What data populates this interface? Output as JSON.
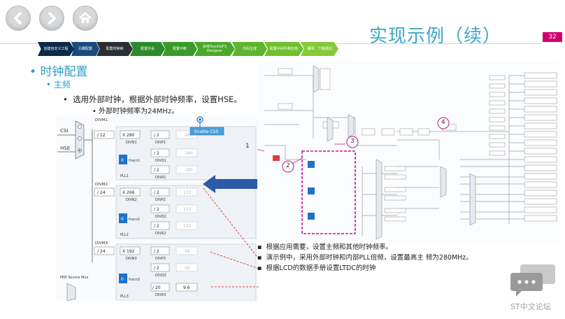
{
  "nav": {
    "back_icon": "chevron-left-icon",
    "forward_icon": "chevron-right-icon",
    "home_icon": "home-icon"
  },
  "slide": {
    "title": "实现示例（续）",
    "page_number": "32"
  },
  "flow_steps": [
    {
      "label": "创建自定义工程",
      "color": "#0b2a4a"
    },
    {
      "label": "引脚配置",
      "color": "#1b4b7a"
    },
    {
      "label": "配置时钟树",
      "color": "#2b2f33"
    },
    {
      "label": "配置外设",
      "color": "#2b8a2b"
    },
    {
      "label": "配置中断",
      "color": "#3a9a2a"
    },
    {
      "label": "启用TouchGFX Designer",
      "color": "#4aa82a"
    },
    {
      "label": "代码生成",
      "color": "#5cb52c"
    },
    {
      "label": "配置中间件和应用",
      "color": "#6fc02e"
    },
    {
      "label": "编译、下载调试",
      "color": "#86c93a"
    }
  ],
  "bullets": {
    "level1": "时钟配置",
    "level2": "主频",
    "level3": "选用外部时钟，根据外部时钟频率，设置HSE。",
    "level4": "外部时钟频率为24MHz。"
  },
  "pll": {
    "csi": "CSI",
    "hse": "HSE",
    "divm1": "DIVM1",
    "divm2": "DIVM2",
    "divm3": "DIVM3",
    "divm1_val": "/ 12",
    "divm2_val": "/ 24",
    "divm3_val": "/ 24",
    "mult1": "X 280",
    "mult2": "X 266",
    "mult3": "X 192",
    "divn1": "DIVN1",
    "divn2": "DIVN2",
    "divn3": "DIVN3",
    "fracn1": "fracn1",
    "fracn2": "fracn2",
    "fracn3": "fracn3",
    "frac_val": "0",
    "pll1": "PLL1",
    "pll2": "PLL2",
    "pll3": "PLL3",
    "p1": "DIVP1",
    "q1": "DIVQ1",
    "r1": "DIVR1",
    "p2": "DIVP2",
    "q2": "DIVQ2",
    "r2": "DIVR2",
    "p3": "DIVP3",
    "q3": "DIVQ3",
    "r3": "DIVR3",
    "div2": "/ 2",
    "div20": "/ 20",
    "out1": [
      "280",
      "280",
      "280"
    ],
    "out2": [
      "133",
      "133",
      "133"
    ],
    "out3": [
      "96",
      "96",
      "9.6"
    ],
    "enable_css": "Enable CSS",
    "per_source_mux": "PER Source Mux"
  },
  "circles": [
    "1",
    "2",
    "3",
    "4"
  ],
  "notes": [
    "根据应用需要，设置主频和其他时钟频率。",
    "演示例中，采用外部时钟和内部PLL倍频，设置最高主 频为280MHz。",
    "根据LCD的数据手册设置LTDC的时钟"
  ],
  "watermark": {
    "icon": "chat-bubble-icon",
    "text": "ST中文论坛"
  }
}
